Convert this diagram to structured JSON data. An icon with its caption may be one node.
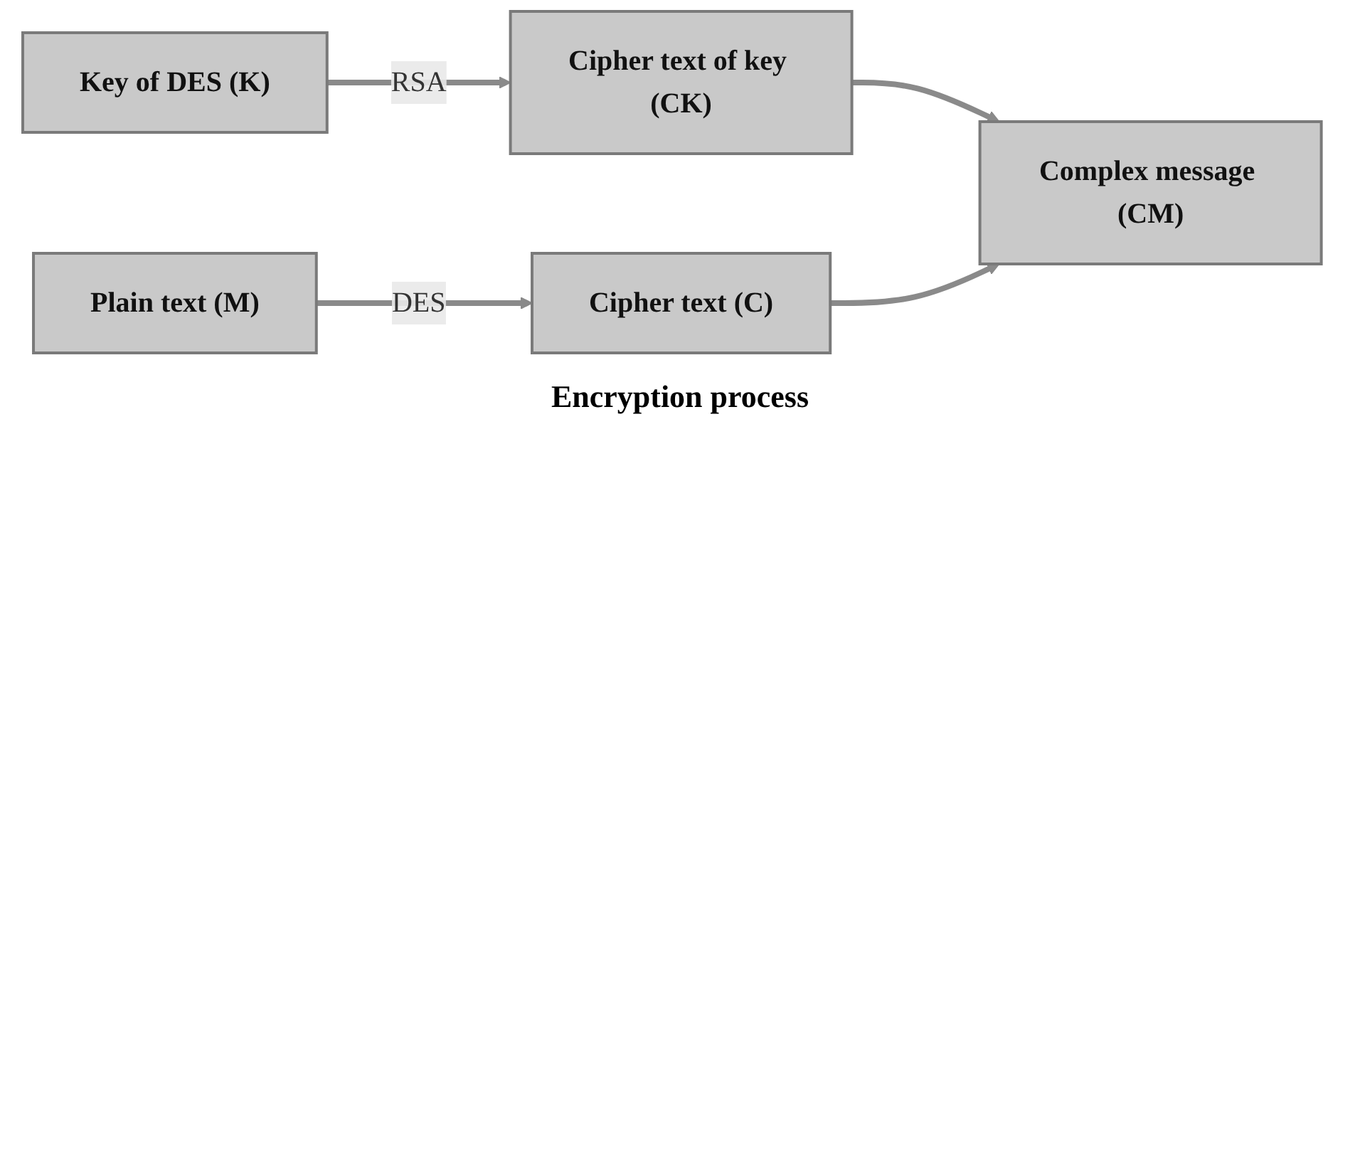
{
  "diagram": {
    "nodes": [
      {
        "text": [
          "Key of DES (K)"
        ]
      },
      {
        "text": [
          "Cipher text of key (CK)"
        ]
      },
      {
        "text": [
          "Complex message (CM)"
        ]
      },
      {
        "text": [
          "Plain text (M)"
        ]
      },
      {
        "text": [
          "Cipher text (C)"
        ]
      }
    ],
    "edges": [
      {
        "from": 0,
        "to": 1,
        "arrow": "to",
        "label": "RSA"
      },
      {
        "from": 1,
        "to": 2,
        "arrow": "to"
      },
      {
        "from": 3,
        "to": 4,
        "arrow": "to",
        "label": "DES"
      },
      {
        "from": 4,
        "to": 2,
        "arrow": "to"
      }
    ],
    "labels": [
      "Encryption process"
    ]
  }
}
